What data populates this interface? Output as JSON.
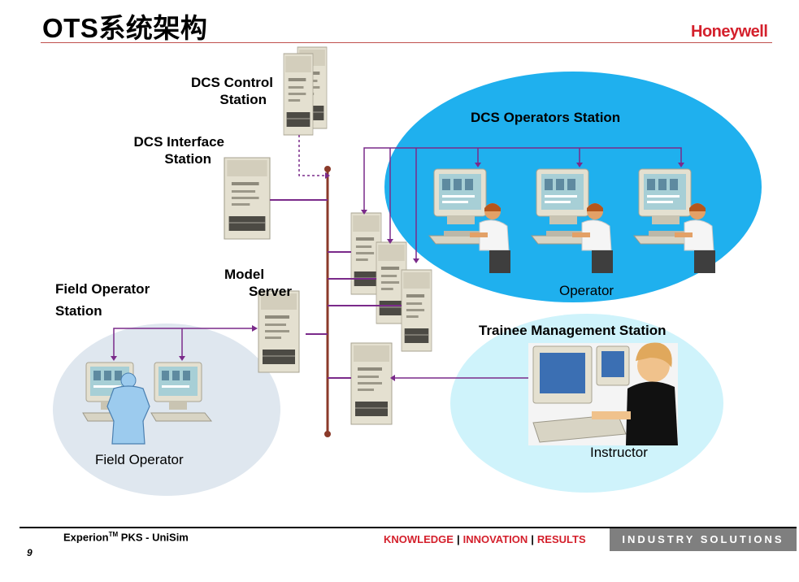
{
  "header": {
    "title": "OTS系统架构",
    "brand": "Honeywell"
  },
  "labels": {
    "dcs_control_station": [
      "DCS Control",
      "Station"
    ],
    "dcs_interface_station": [
      "DCS Interface",
      "Station"
    ],
    "field_operator_station": [
      "Field Operator",
      "Station"
    ],
    "model_server": [
      "Model",
      "Server"
    ],
    "dcs_operators_station": "DCS Operators Station",
    "trainee_management_station": "Trainee Management Station"
  },
  "captions": {
    "operator": "Operator",
    "field_operator": "Field Operator",
    "instructor": "Instructor"
  },
  "footer": {
    "product_main": "Experion",
    "product_tm": "TM",
    "product_rest": " PKS - UniSim",
    "page_number": "9",
    "tagline": [
      "KNOWLEDGE",
      "INNOVATION",
      "RESULTS"
    ],
    "tagline_separator": "|",
    "band": "INDUSTRY SOLUTIONS"
  },
  "colors": {
    "accent_red": "#d4202c",
    "network_bus": "#8b3a2a",
    "connector_purple": "#7a2a8a",
    "operators_zone": "#1fb0ee",
    "field_zone": "#dfe7ef",
    "trainee_zone": "#cff3fb",
    "server_beige": "#e4e0d0"
  },
  "icons": [
    "server-tower-icon",
    "operator-workstation-icon",
    "field-operator-icon",
    "instructor-icon"
  ]
}
